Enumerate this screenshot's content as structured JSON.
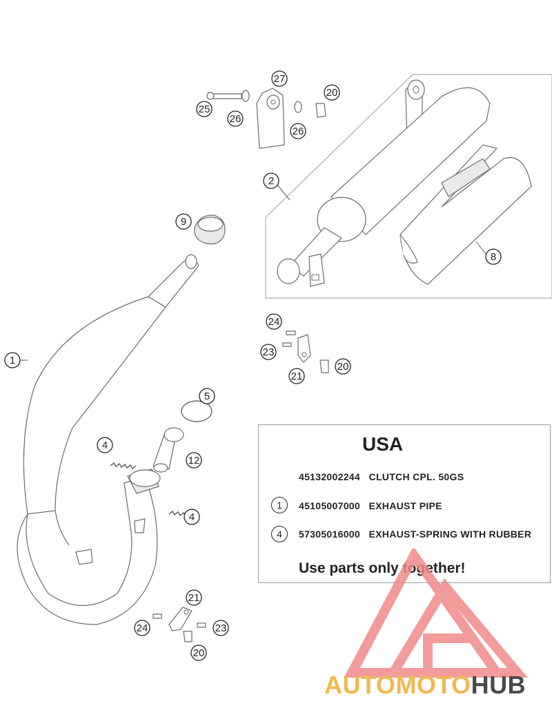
{
  "callouts": {
    "c1": "1",
    "c2": "2",
    "c4a": "4",
    "c4b": "4",
    "c5": "5",
    "c8": "8",
    "c9": "9",
    "c12": "12",
    "c20a": "20",
    "c20b": "20",
    "c20c": "20",
    "c21a": "21",
    "c21b": "21",
    "c23a": "23",
    "c23b": "23",
    "c24a": "24",
    "c24b": "24",
    "c25": "25",
    "c26a": "26",
    "c26b": "26",
    "c27": "27"
  },
  "usa_box": {
    "title": "USA",
    "rows": [
      {
        "ref": "",
        "part_number": "45132002244",
        "description": "CLUTCH CPL. 50GS"
      },
      {
        "ref": "1",
        "part_number": "45105007000",
        "description": "EXHAUST PIPE"
      },
      {
        "ref": "4",
        "part_number": "57305016000",
        "description": "EXHAUST-SPRING WITH RUBBER"
      }
    ],
    "note": "Use parts only together!"
  },
  "watermark": {
    "text_part1": "AUTOMOTO",
    "text_part2": "HUB",
    "colors": {
      "logo": "#f08a8a",
      "text_accent": "#f0b94f",
      "text_dark": "#4a4a4a"
    }
  }
}
